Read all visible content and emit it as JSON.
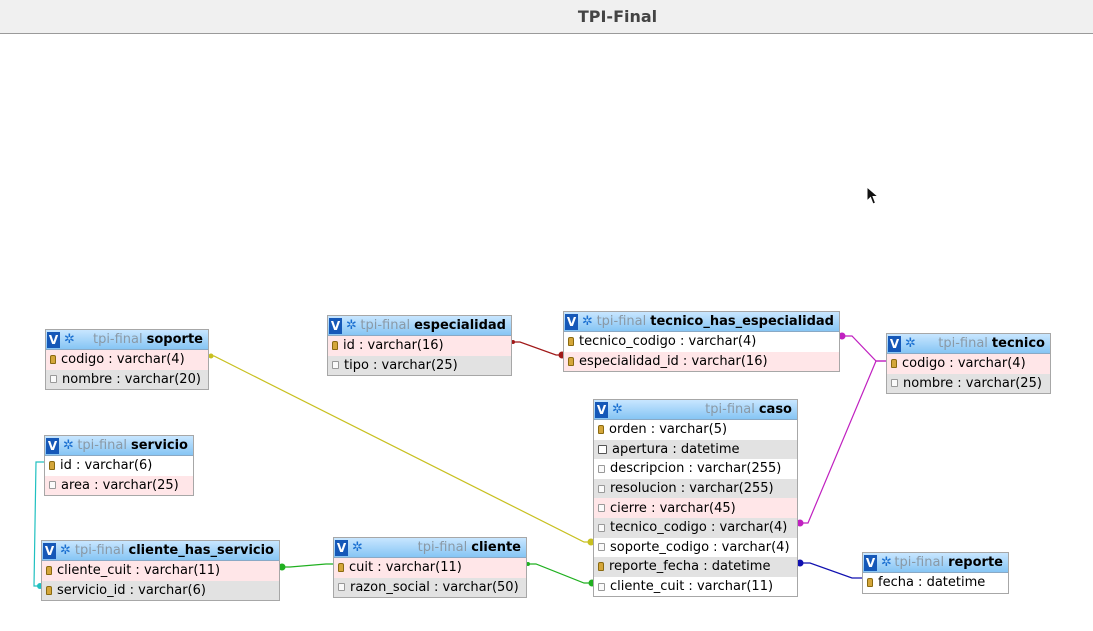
{
  "window": {
    "title": "TPI-Final"
  },
  "colors": {
    "header_top": "#c8e6ff",
    "header_bottom": "#86c5f4",
    "pk_row": "#ffe6e8",
    "alt_row": "#e2e2e2",
    "rel_soporte_caso": "#c8c020",
    "rel_especialidad": "#a01818",
    "rel_tecnico": "#c020c0",
    "rel_servicio": "#20c0c0",
    "rel_cliente": "#20b020",
    "rel_reporte": "#1010b0"
  },
  "tables": {
    "soporte": {
      "db": "tpi-final",
      "name": "soporte",
      "columns": [
        {
          "label": "codigo : varchar(4)",
          "icon": "key-icon"
        },
        {
          "label": "nombre : varchar(20)",
          "icon": "field-icon"
        }
      ]
    },
    "especialidad": {
      "db": "tpi-final",
      "name": "especialidad",
      "columns": [
        {
          "label": "id : varchar(16)",
          "icon": "key-icon"
        },
        {
          "label": "tipo : varchar(25)",
          "icon": "field-icon"
        }
      ]
    },
    "tecnico_has_especialidad": {
      "db": "tpi-final",
      "name": "tecnico_has_especialidad",
      "columns": [
        {
          "label": "tecnico_codigo : varchar(4)",
          "icon": "key-icon"
        },
        {
          "label": "especialidad_id : varchar(16)",
          "icon": "key-icon"
        }
      ]
    },
    "tecnico": {
      "db": "tpi-final",
      "name": "tecnico",
      "columns": [
        {
          "label": "codigo : varchar(4)",
          "icon": "key-icon"
        },
        {
          "label": "nombre : varchar(25)",
          "icon": "field-icon"
        }
      ]
    },
    "servicio": {
      "db": "tpi-final",
      "name": "servicio",
      "columns": [
        {
          "label": "id : varchar(6)",
          "icon": "key-icon"
        },
        {
          "label": "area : varchar(25)",
          "icon": "field-icon"
        }
      ]
    },
    "caso": {
      "db": "tpi-final",
      "name": "caso",
      "columns": [
        {
          "label": "orden : varchar(5)",
          "icon": "key-icon"
        },
        {
          "label": "apertura : datetime",
          "icon": "date-icon"
        },
        {
          "label": "descripcion : varchar(255)",
          "icon": "field-icon"
        },
        {
          "label": "resolucion : varchar(255)",
          "icon": "field-icon"
        },
        {
          "label": "cierre : varchar(45)",
          "icon": "field-icon"
        },
        {
          "label": "tecnico_codigo : varchar(4)",
          "icon": "field-icon"
        },
        {
          "label": "soporte_codigo : varchar(4)",
          "icon": "field-icon"
        },
        {
          "label": "reporte_fecha : datetime",
          "icon": "key-icon"
        },
        {
          "label": "cliente_cuit : varchar(11)",
          "icon": "field-icon"
        }
      ]
    },
    "cliente_has_servicio": {
      "db": "tpi-final",
      "name": "cliente_has_servicio",
      "columns": [
        {
          "label": "cliente_cuit : varchar(11)",
          "icon": "key-icon"
        },
        {
          "label": "servicio_id : varchar(6)",
          "icon": "key-icon"
        }
      ]
    },
    "cliente": {
      "db": "tpi-final",
      "name": "cliente",
      "columns": [
        {
          "label": "cuit : varchar(11)",
          "icon": "key-icon"
        },
        {
          "label": "razon_social : varchar(50)",
          "icon": "field-icon"
        }
      ]
    },
    "reporte": {
      "db": "tpi-final",
      "name": "reporte",
      "columns": [
        {
          "label": "fecha : datetime",
          "icon": "key-icon"
        }
      ]
    }
  }
}
